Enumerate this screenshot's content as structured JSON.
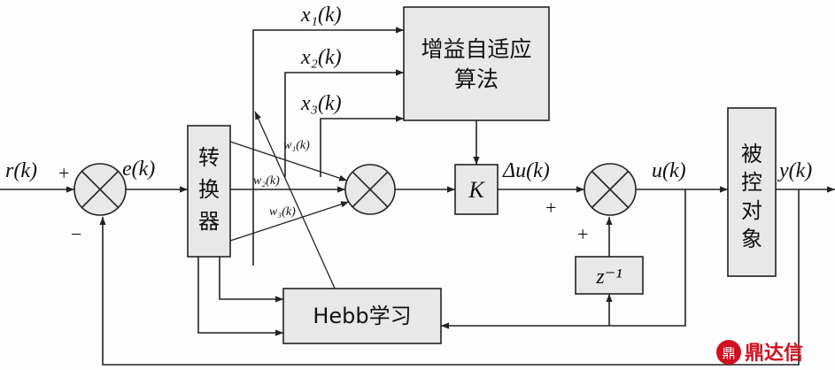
{
  "signals": {
    "r": "r(k)",
    "e": "e(k)",
    "x1": "x₁(k)",
    "x2": "x₂(k)",
    "x3": "x₃(k)",
    "w1": "w₁(k)",
    "w2": "w₂(k)",
    "w3": "w₃(k)",
    "du": "Δu(k)",
    "u": "u(k)",
    "y": "y(k)"
  },
  "signs": {
    "sum1_plus": "+",
    "sum1_minus": "−",
    "sum3_plus_left": "+",
    "sum3_plus_bottom": "+"
  },
  "blocks": {
    "gain_adapt_line1": "增益自适应",
    "gain_adapt_line2": "算法",
    "converter_chars": [
      "转",
      "换",
      "器"
    ],
    "gain_k": "K",
    "delay": "z⁻¹",
    "hebb": "Hebb学习",
    "plant_chars": [
      "被",
      "控",
      "对",
      "象"
    ]
  },
  "watermark": {
    "logo_glyph": "鼎",
    "text": "鼎达信"
  },
  "colors": {
    "line": "#222222",
    "block_fill": "#e8e8e8",
    "watermark": "#d0101e"
  }
}
